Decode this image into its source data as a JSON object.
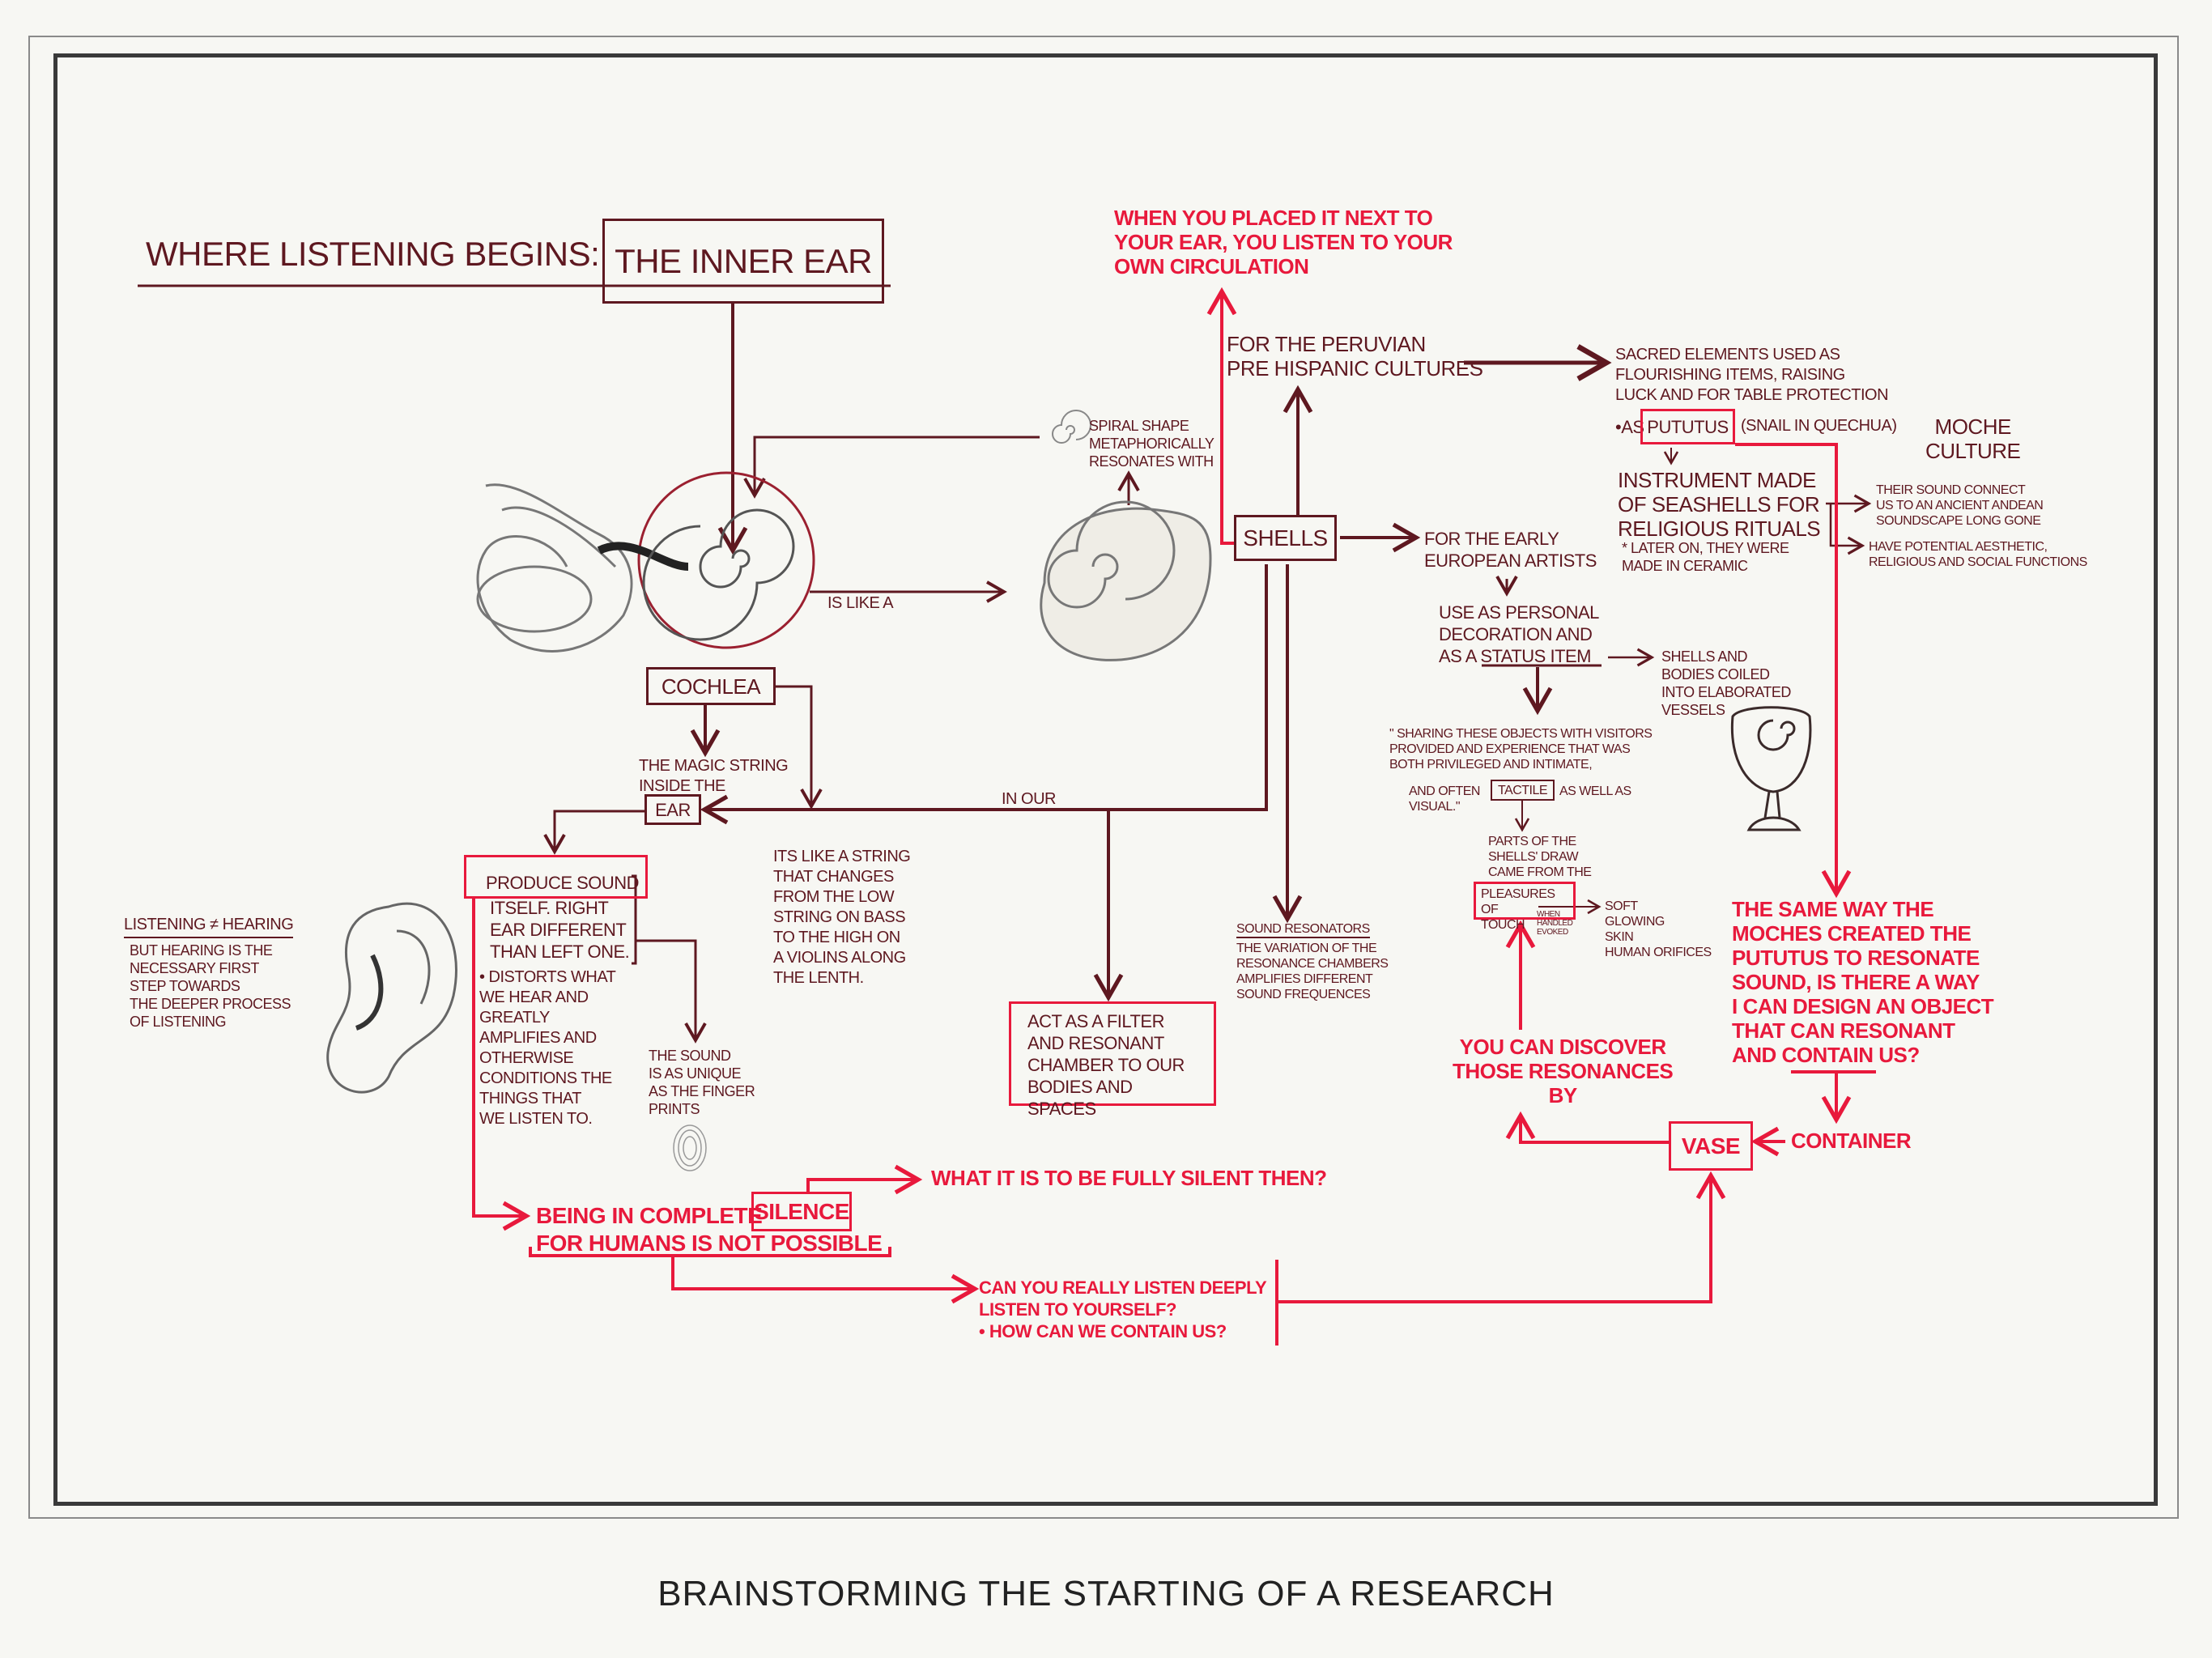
{
  "title": {
    "prefix": "WHERE LISTENING BEGINS:",
    "box": "THE INNER EAR"
  },
  "ear_branch": {
    "is_like": "IS LIKE A",
    "spiral": "SPIRAL SHAPE\nMETAPHORICALLY\nRESONATES WITH",
    "cochlea": "COCHLEA",
    "magic_string": "THE MAGIC STRING\nINSIDE THE",
    "ear_box": "EAR",
    "in_our": "IN OUR",
    "act_as": "ACT AS A FILTER\nAND RESONANT\nCHAMBER TO OUR\nBODIES AND SPACES",
    "produce_box": "PRODUCE SOUND",
    "produce_rest": "ITSELF. RIGHT\nEAR DIFFERENT\nTHAN LEFT ONE.",
    "distorts": "• DISTORTS WHAT\nWE HEAR AND\nGREATLY\nAMPLIFIES AND\nOTHERWISE\nCONDITIONS THE\nTHINGS THAT\nWE LISTEN TO.",
    "unique": "THE SOUND\nIS AS UNIQUE\nAS THE FINGER\nPRINTS",
    "string": "ITS LIKE A STRING\nTHAT CHANGES\nFROM THE LOW\nSTRING ON BASS\nTO THE HIGH ON\nA VIOLINS ALONG\nTHE LENTH.",
    "listening_heading": "LISTENING ≠ HEARING",
    "listening_body": "BUT HEARING IS THE\nNECESSARY FIRST\nSTEP TOWARDS\nTHE DEEPER PROCESS\nOF LISTENING"
  },
  "silence": {
    "line1": "BEING IN COMPLETE",
    "box": "SILENCE",
    "line2": "FOR HUMANS IS NOT POSSIBLE",
    "what": "WHAT IT IS TO BE FULLY SILENT THEN?",
    "can_you": "CAN YOU REALLY LISTEN DEEPLY\nLISTEN TO YOURSELF?\n• HOW CAN WE CONTAIN US?"
  },
  "shells_branch": {
    "when_placed": "WHEN YOU PLACED IT NEXT TO\nYOUR EAR, YOU LISTEN TO YOUR\nOWN CIRCULATION",
    "shells": "SHELLS",
    "peruvian": "FOR THE PERUVIAN\nPRE HISPANIC CULTURES",
    "sacred": "SACRED ELEMENTS USED AS\nFLOURISHING ITEMS, RAISING\nLUCK AND FOR TABLE PROTECTION",
    "as_prefix": "•AS",
    "pututus": "PUTUTUS",
    "snail": "(SNAIL IN QUECHUA)",
    "moche": "MOCHE\nCULTURE",
    "instrument": "INSTRUMENT MADE\nOF SEASHELLS FOR\nRELIGIOUS RITUALS",
    "later": "* LATER ON, THEY WERE\nMADE IN CERAMIC",
    "their_sound": "THEIR SOUND CONNECT\nUS TO AN ANCIENT ANDEAN\nSOUNDSCAPE LONG GONE",
    "have_potential": "HAVE POTENTIAL AESTHETIC,\nRELIGIOUS AND SOCIAL FUNCTIONS",
    "early": "FOR THE EARLY\nEUROPEAN ARTISTS",
    "use_as": "USE AS PERSONAL\nDECORATION AND\nAS A STATUS ITEM",
    "coiled": "SHELLS AND\nBODIES COILED\nINTO ELABORATED\nVESSELS",
    "quote_a": "\" SHARING THESE OBJECTS WITH VISITORS\nPROVIDED AND EXPERIENCE THAT WAS\nBOTH PRIVILEGED AND INTIMATE,",
    "quote_b": "AND OFTEN",
    "tactile": "TACTILE",
    "quote_c": "AS WELL AS",
    "quote_d": "VISUAL.\"",
    "parts": "PARTS OF THE\nSHELLS' DRAW\nCAME FROM THE",
    "pleasures": "PLEASURES OF\nTOUCH",
    "when_handled": "WHEN\nHANDLED\nEVOKED",
    "soft": "SOFT\nGLOWING\nSKIN\nHUMAN ORIFICES",
    "resonators_title": "SOUND RESONATORS",
    "resonators_body": "THE VARIATION OF THE\nRESONANCE CHAMBERS\nAMPLIFIES DIFFERENT\nSOUND FREQUENCES",
    "same_way": "THE SAME WAY THE\nMOCHES CREATED THE\nPUTUTUS TO RESONATE\nSOUND, IS THERE A WAY\nI CAN DESIGN AN OBJECT\nTHAT CAN RESONANT\nAND CONTAIN US?",
    "discover": "YOU CAN DISCOVER\nTHOSE RESONANCES\nBY",
    "vase": "VASE",
    "container": "CONTAINER"
  },
  "footer": "BRAINSTORMING THE STARTING OF A RESEARCH",
  "colors": {
    "maroon": "#5e1820",
    "red": "#e8193c",
    "paper": "#f7f7f3"
  }
}
